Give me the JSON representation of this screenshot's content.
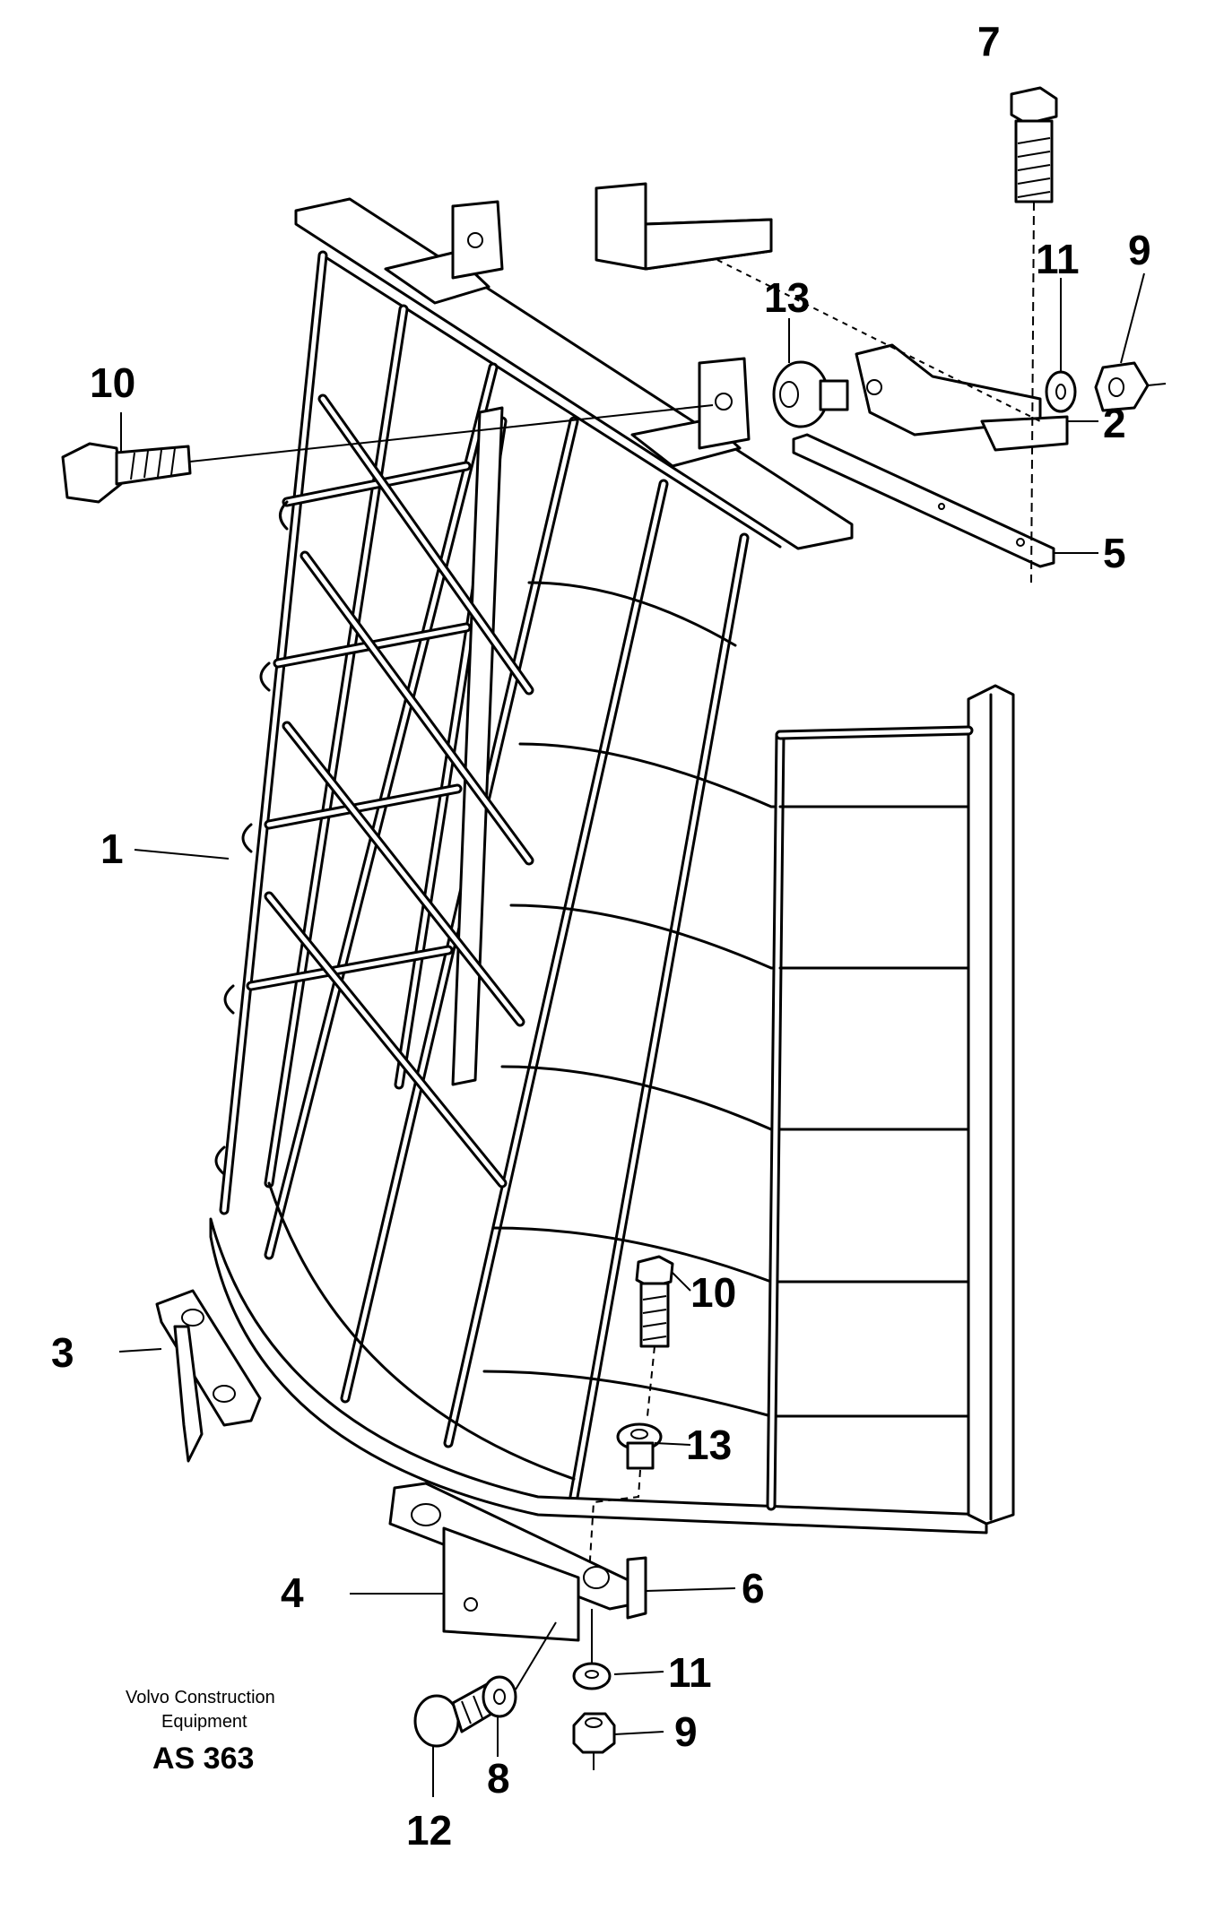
{
  "callouts": {
    "c1": "1",
    "c2": "2",
    "c3": "3",
    "c4": "4",
    "c5": "5",
    "c6": "6",
    "c7": "7",
    "c8": "8",
    "c9_top": "9",
    "c9_bottom": "9",
    "c10_top": "10",
    "c10_mid": "10",
    "c11_top": "11",
    "c11_bottom": "11",
    "c12": "12",
    "c13_top": "13",
    "c13_mid": "13"
  },
  "credit": {
    "line1": "Volvo Construction",
    "line2": "Equipment",
    "code": "AS 363"
  }
}
